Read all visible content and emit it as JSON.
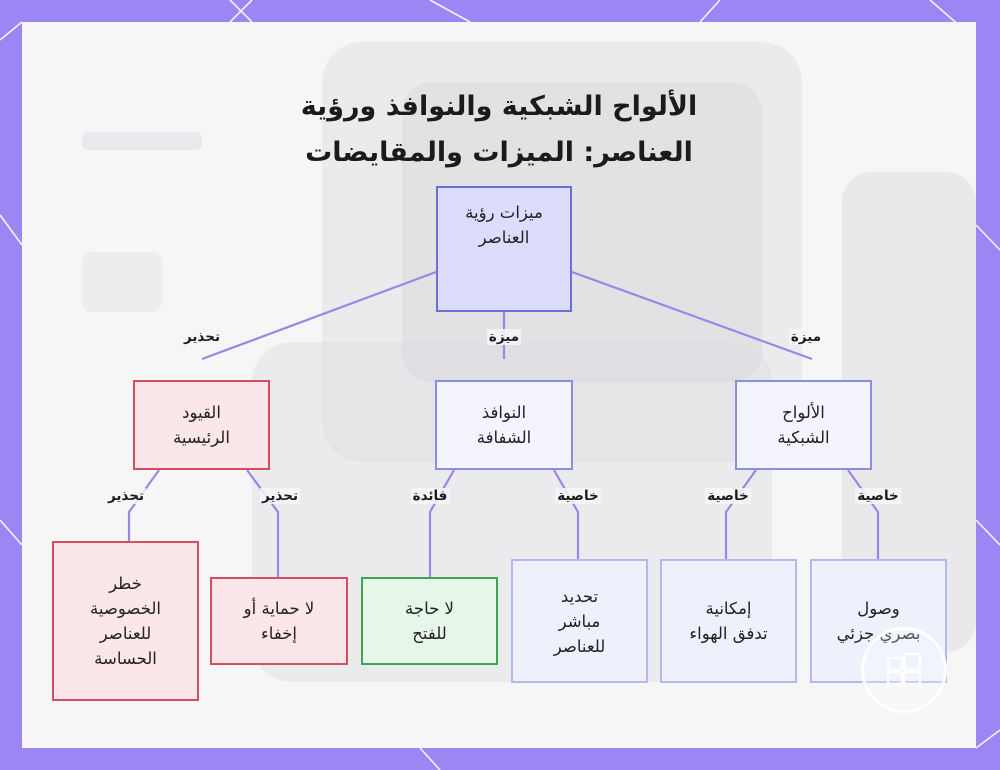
{
  "title": {
    "line1": "الألواح الشبكية والنوافذ ورؤية",
    "line2": "العناصر: الميزات والمقايضات"
  },
  "colors": {
    "frame": "#9b86f3",
    "root_fill": "#dcdcfc",
    "warning_border": "#d24e60",
    "benefit_border": "#3aa655",
    "edge": "#9b86e8"
  },
  "nodes": {
    "root": "ميزات رؤية\nالعناصر",
    "mesh_panels": "الألواح\nالشبكية",
    "transparent_windows": "النوافذ\nالشفافة",
    "main_limitations": "القيود\nالرئيسية",
    "partial_visual": "وصول\nبصري جزئي",
    "airflow": "إمكانية\nتدفق الهواء",
    "direct_id": "تحديد\nمباشر\nللعناصر",
    "no_opening": "لا حاجة\nللفتح",
    "no_protection": "لا حماية أو\nإخفاء",
    "privacy_risk": "خطر\nالخصوصية\nللعناصر\nالحساسة"
  },
  "edge_labels": {
    "root_to_mesh": "ميزة",
    "root_to_windows": "ميزة",
    "root_to_limits": "تحذير",
    "mesh_to_visual": "خاصية",
    "mesh_to_airflow": "خاصية",
    "windows_to_direct": "خاصية",
    "windows_to_opening": "فائدة",
    "limits_to_protection": "تحذير",
    "limits_to_privacy": "تحذير"
  },
  "logo": "logo-icon"
}
